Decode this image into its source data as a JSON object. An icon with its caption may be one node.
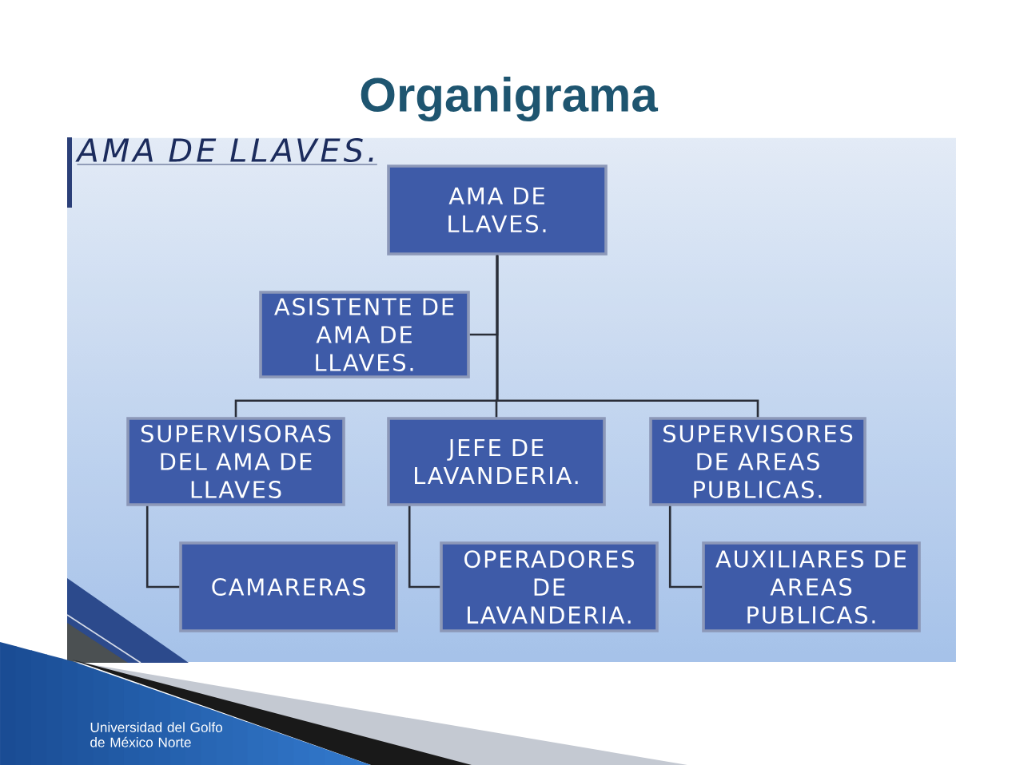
{
  "diagram": {
    "title": "Organigrama",
    "nodes": [
      {
        "text": [
          "AMA DE LLAVES."
        ]
      },
      {
        "text": [
          "ASISTENTE DE AMA DE LLAVES."
        ]
      },
      {
        "text": [
          "SUPERVISORAS DEL AMA DE LLAVES"
        ]
      },
      {
        "text": [
          "JEFE DE LAVANDERIA."
        ]
      },
      {
        "text": [
          "SUPERVISORES DE AREAS PUBLICAS."
        ]
      },
      {
        "text": [
          "CAMARERAS"
        ]
      },
      {
        "text": [
          "OPERADORES DE LAVANDERIA."
        ]
      },
      {
        "text": [
          "AUXILIARES DE AREAS PUBLICAS."
        ]
      }
    ],
    "edges": [
      {
        "from": 0,
        "to": 1,
        "arrow": "none"
      },
      {
        "from": 0,
        "to": 2,
        "arrow": "none"
      },
      {
        "from": 0,
        "to": 3,
        "arrow": "none"
      },
      {
        "from": 0,
        "to": 4,
        "arrow": "none"
      },
      {
        "from": 2,
        "to": 5,
        "arrow": "none"
      },
      {
        "from": 3,
        "to": 6,
        "arrow": "none"
      },
      {
        "from": 4,
        "to": 7,
        "arrow": "none"
      }
    ],
    "labels": [
      "AMA DE LLAVES.",
      "Universidad del Golfo de México Norte"
    ]
  }
}
